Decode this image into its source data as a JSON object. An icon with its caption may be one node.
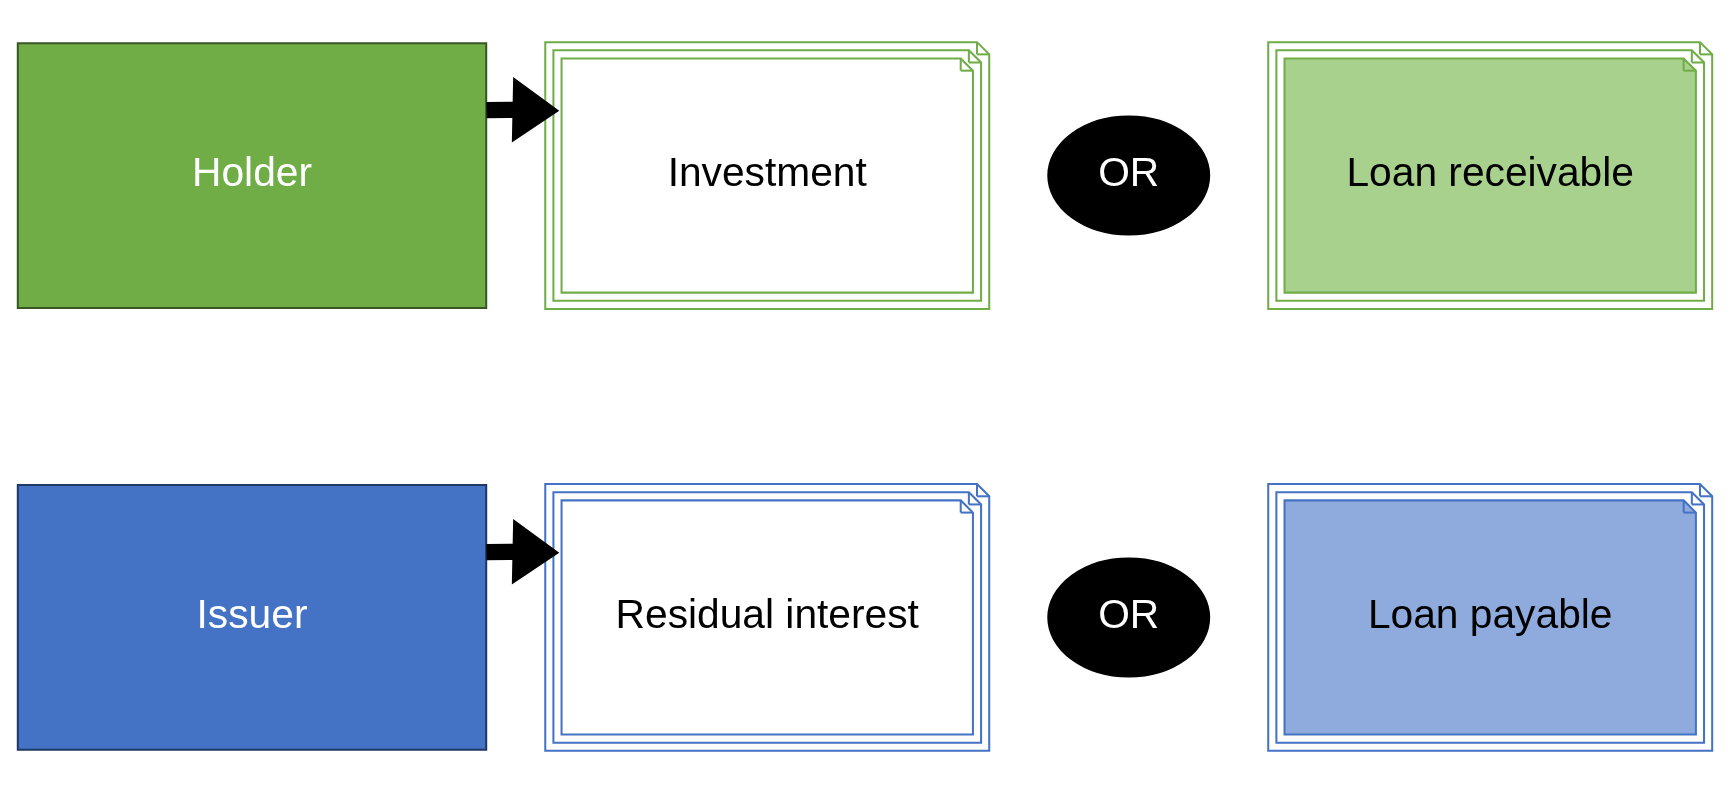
{
  "diagram": {
    "nodes": [
      {
        "text": [
          "Issuer"
        ]
      },
      {
        "text": [
          "Residual interest"
        ]
      },
      {
        "text": [
          "OR"
        ]
      },
      {
        "text": [
          "Loan payable"
        ]
      },
      {
        "text": [
          "Holder"
        ]
      },
      {
        "text": [
          "Investment"
        ]
      },
      {
        "text": [
          "OR"
        ]
      },
      {
        "text": [
          "Loan receivable"
        ]
      }
    ],
    "edges": [
      {
        "from": 0,
        "to": 1,
        "arrow": "to"
      },
      {
        "from": 4,
        "to": 5,
        "arrow": "to"
      }
    ]
  }
}
